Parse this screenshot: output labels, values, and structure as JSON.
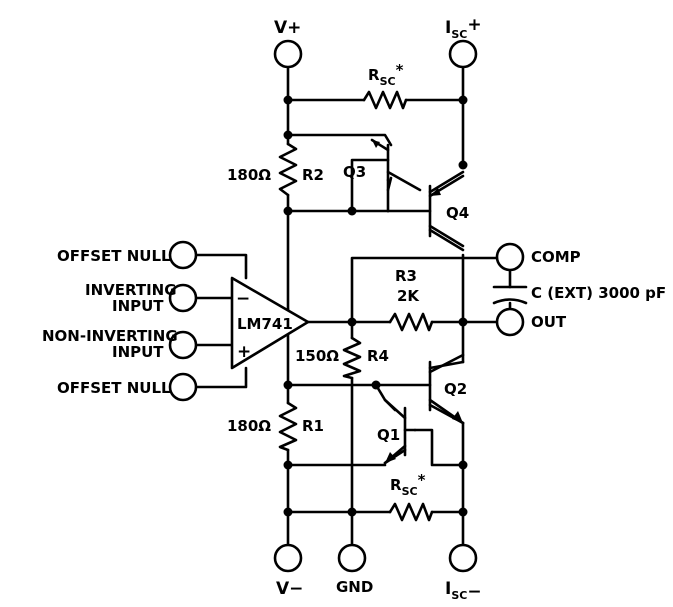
{
  "supply": {
    "vplus": "V+",
    "vminus": "V−",
    "gnd": "GND"
  },
  "isc": {
    "plus_main": "I",
    "plus_sub": "SC",
    "plus_sign": "+",
    "minus_main": "I",
    "minus_sub": "SC",
    "minus_sign": "−"
  },
  "rsc": {
    "top_main": "R",
    "top_sub": "SC",
    "top_star": "*",
    "bot_main": "R",
    "bot_sub": "SC",
    "bot_star": "*"
  },
  "opamp": {
    "name": "LM741",
    "minus": "−",
    "plus": "+"
  },
  "inputs": {
    "offset_null_top": "OFFSET NULL",
    "inverting_1": "INVERTING",
    "inverting_2": "INPUT",
    "noninverting_1": "NON-INVERTING",
    "noninverting_2": "INPUT",
    "offset_null_bottom": "OFFSET NULL"
  },
  "components": {
    "r2_value": "180Ω",
    "r2_name": "R2",
    "r1_value": "180Ω",
    "r1_name": "R1",
    "r3_name": "R3",
    "r3_value": "2K",
    "r4_value": "150Ω",
    "r4_name": "R4",
    "q1": "Q1",
    "q2": "Q2",
    "q3": "Q3",
    "q4": "Q4",
    "cap": "C (EXT) 3000 pF"
  },
  "outputs": {
    "comp": "COMP",
    "out": "OUT"
  }
}
